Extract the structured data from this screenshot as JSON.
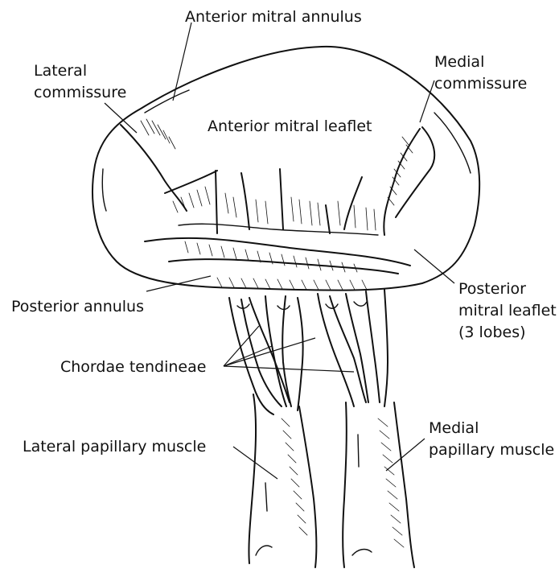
{
  "labels": {
    "anterior_mitral_annulus": "Anterior mitral annulus",
    "lateral_commissure_1": "Lateral",
    "lateral_commissure_2": "commissure",
    "medial_commissure_1": "Medial",
    "medial_commissure_2": "commissure",
    "anterior_mitral_leaflet": "Anterior mitral leaflet",
    "posterior_annulus": "Posterior annulus",
    "posterior_leaflet_1": "Posterior",
    "posterior_leaflet_2": "mitral leaflet",
    "posterior_leaflet_3": "(3 lobes)",
    "chordae_tendineae": "Chordae tendineae",
    "lateral_papillary_muscle": "Lateral papillary muscle",
    "medial_papillary_muscle_1": "Medial",
    "medial_papillary_muscle_2": "papillary muscle"
  }
}
